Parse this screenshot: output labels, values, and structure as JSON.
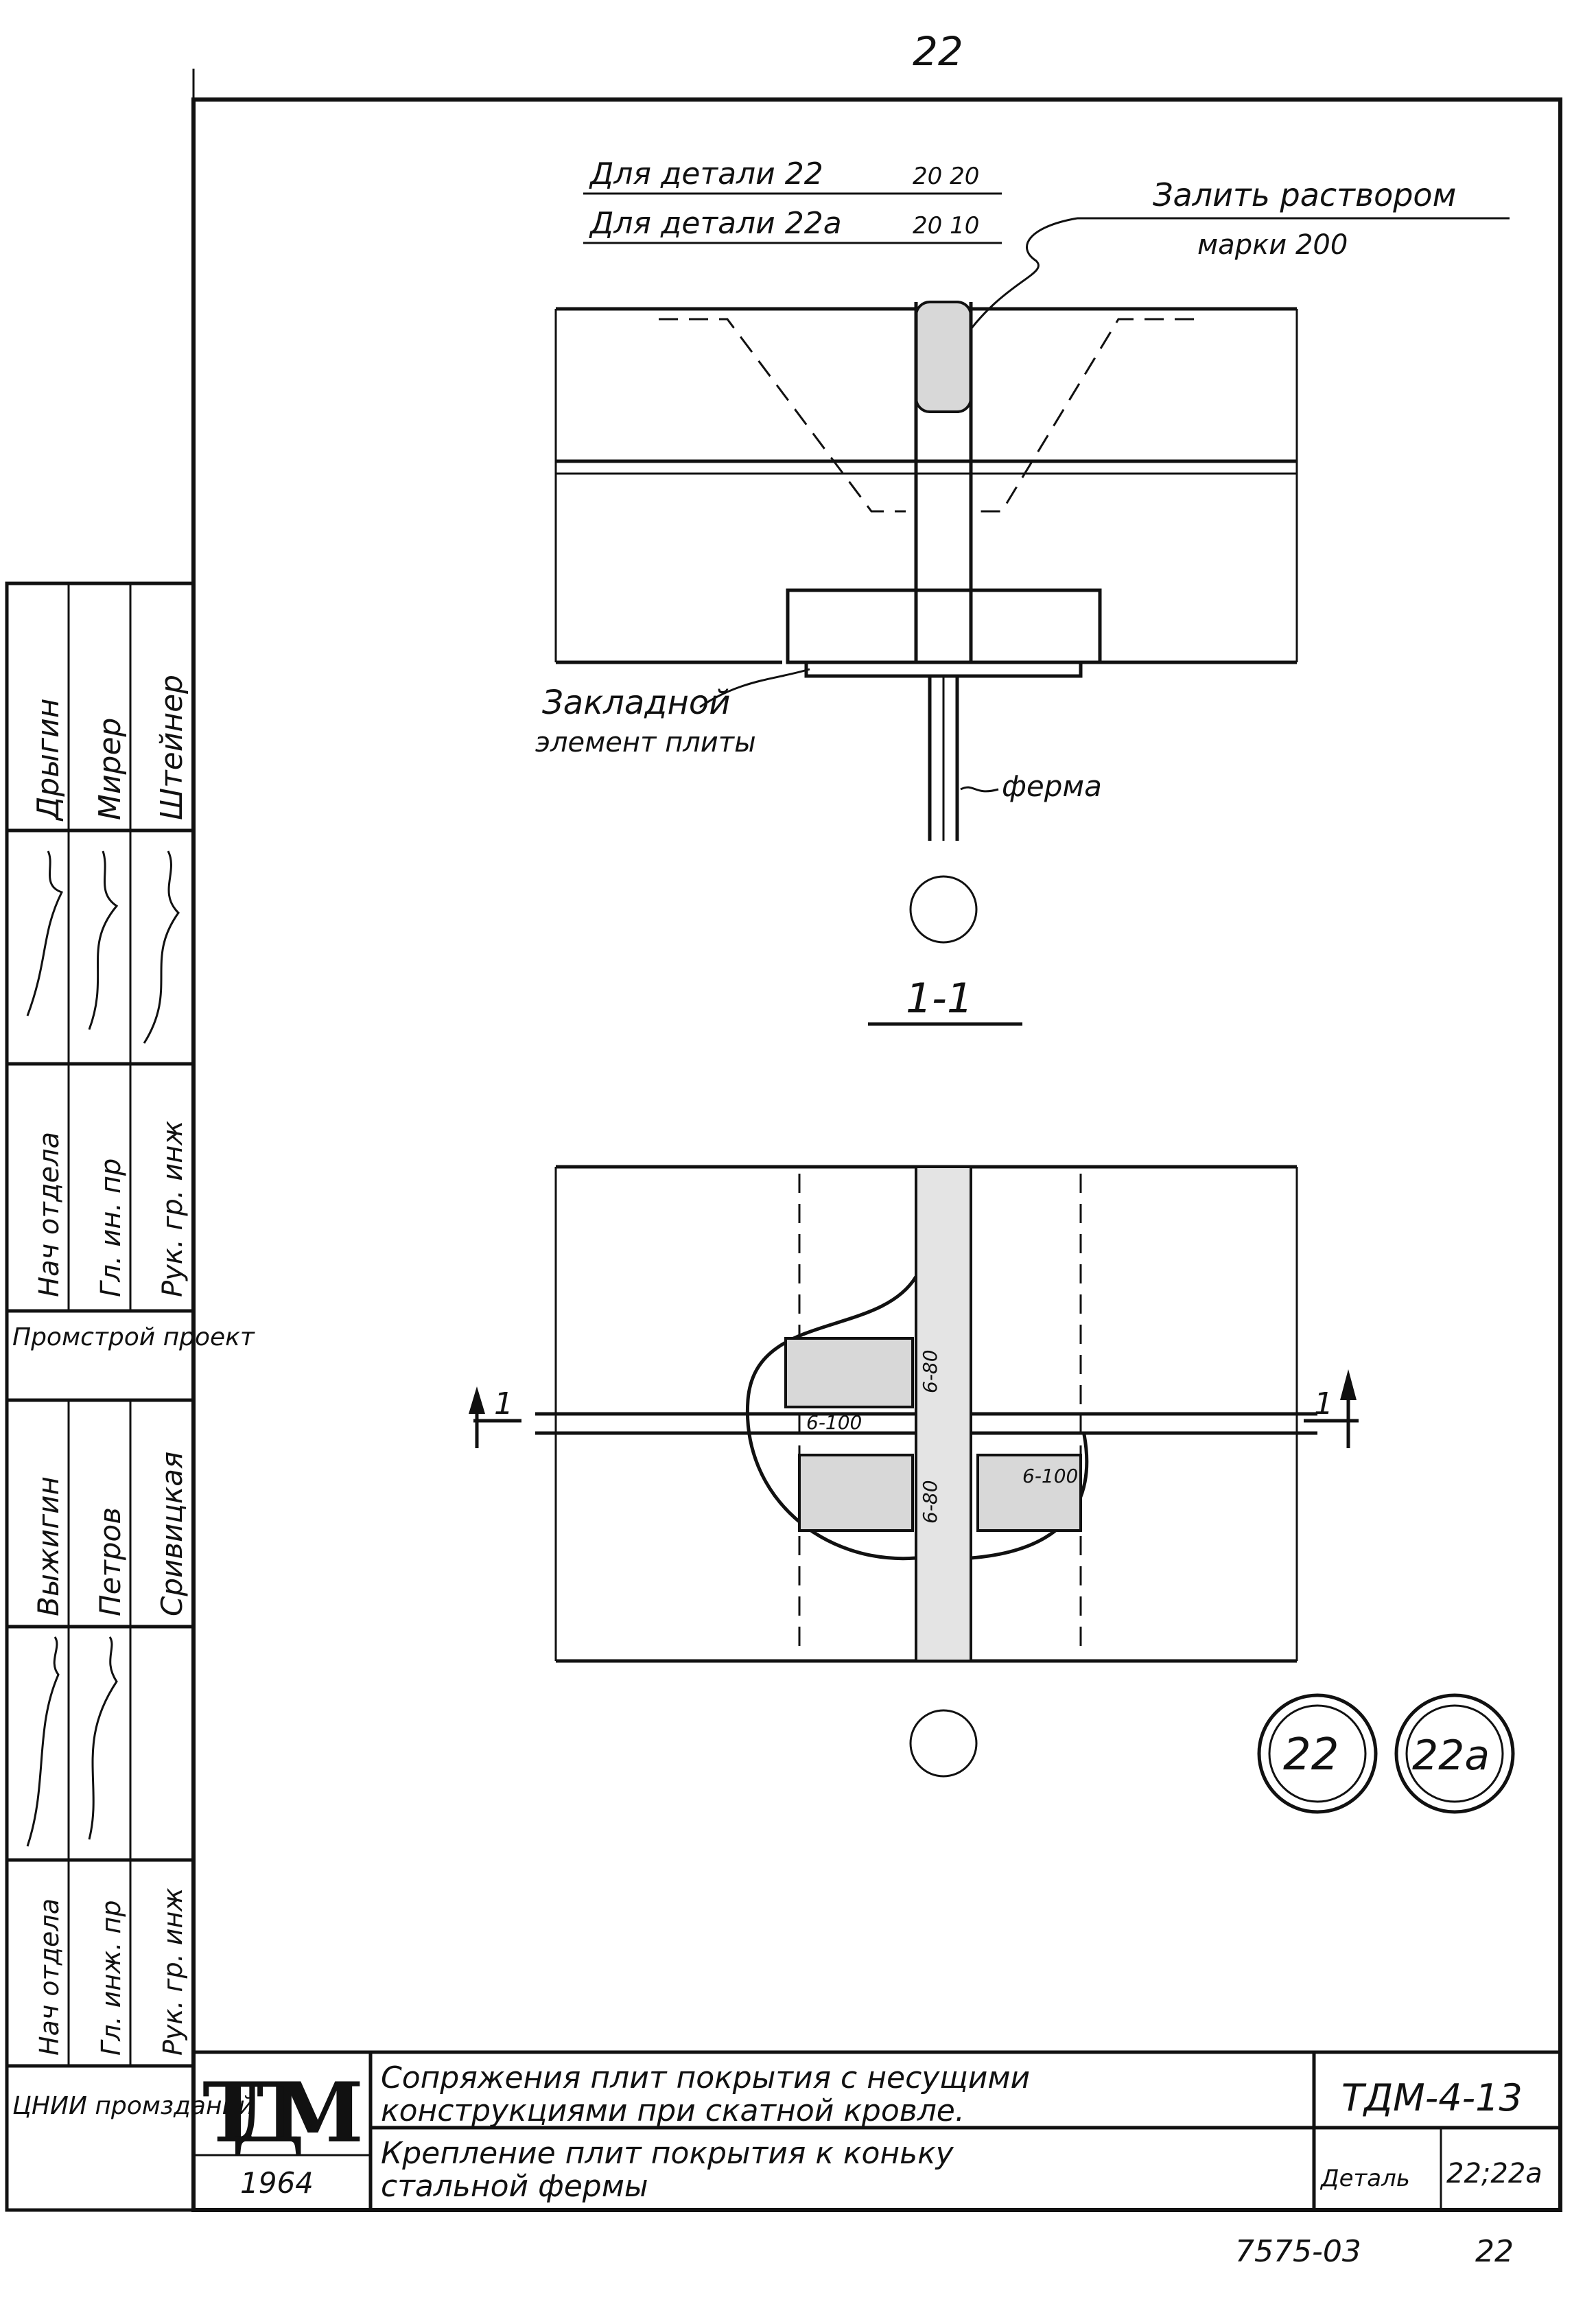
{
  "page_number_top": "22",
  "section_view": {
    "label_detail_22": "Для детали 22",
    "dim_detail_22": "20 20",
    "label_detail_22a": "Для детали 22а",
    "dim_detail_22a": "20 10",
    "note_grout_line1": "Залить раствором",
    "note_grout_line2": "марки 200",
    "note_embedded_line1": "Закладной",
    "note_embedded_line2": "элемент плиты",
    "note_truss": "ферма",
    "section_mark": "1-1"
  },
  "plan_view": {
    "weld_1": "6-80",
    "weld_2": "6-100",
    "weld_3": "6-80",
    "weld_4": "6-100",
    "cut_mark_left": "1",
    "cut_mark_right": "1"
  },
  "detail_bubbles": [
    "22",
    "22а"
  ],
  "side_block": {
    "names_col1": [
      "Дрыгин",
      "Мирер",
      "Штейнер"
    ],
    "roles_col1": [
      "Нач отдела",
      "Гл. ин. пр",
      "Рук. гр. инж"
    ],
    "org1": "Промстрой проект",
    "names_col2": [
      "Выжигин",
      "Петров",
      "Сривицкая"
    ],
    "roles_col2": [
      "Нач отдела",
      "Гл. инж. пр",
      "Рук. гр. инж"
    ],
    "org2": "ЦНИИ промзданий"
  },
  "title_block": {
    "logo": "ТДМ",
    "year": "1964",
    "title_line1": "Сопряжения плит покрытия с несущими",
    "title_line2": "конструкциями при скатной кровле.",
    "subtitle_line1": "Крепление плит покрытия к коньку",
    "subtitle_line2": "стальной фермы",
    "series": "ТДМ-4-13",
    "detail_label": "Деталь",
    "detail_value": "22;22а",
    "archive_number": "7575-03",
    "sheet_number": "22"
  }
}
